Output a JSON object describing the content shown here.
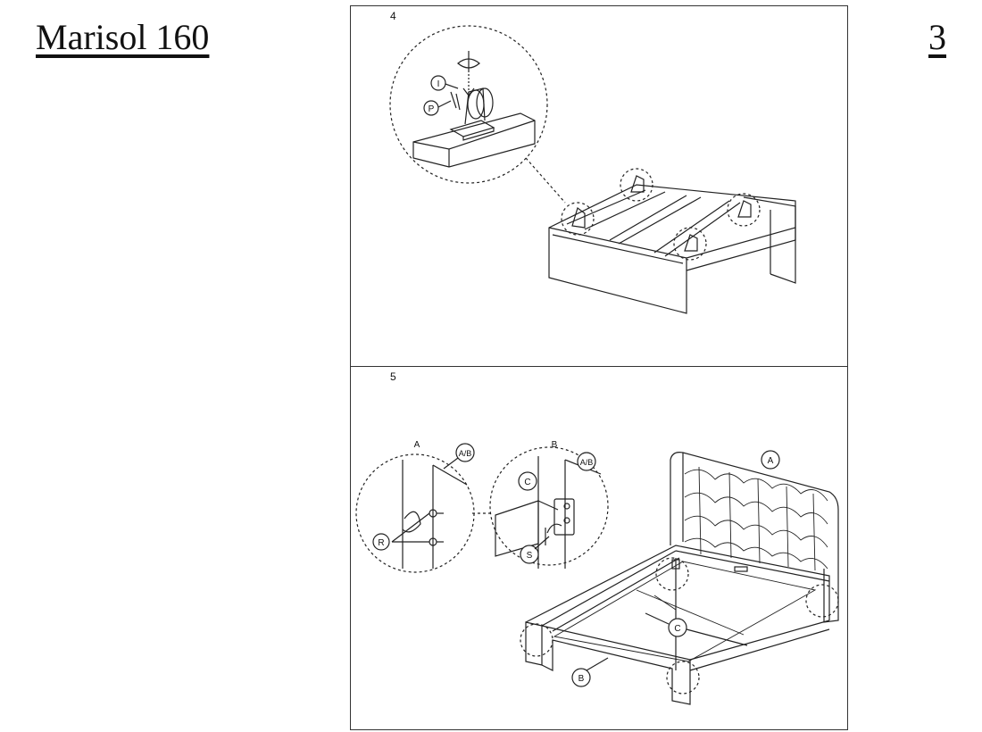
{
  "header": {
    "title": "Marisol 160",
    "page_number": "3"
  },
  "steps": [
    {
      "number": "4",
      "callouts": [
        "I",
        "P"
      ]
    },
    {
      "number": "5",
      "callouts": [
        "A",
        "A/B",
        "R",
        "B",
        "A/B",
        "C",
        "S",
        "A",
        "C",
        "B"
      ]
    }
  ]
}
